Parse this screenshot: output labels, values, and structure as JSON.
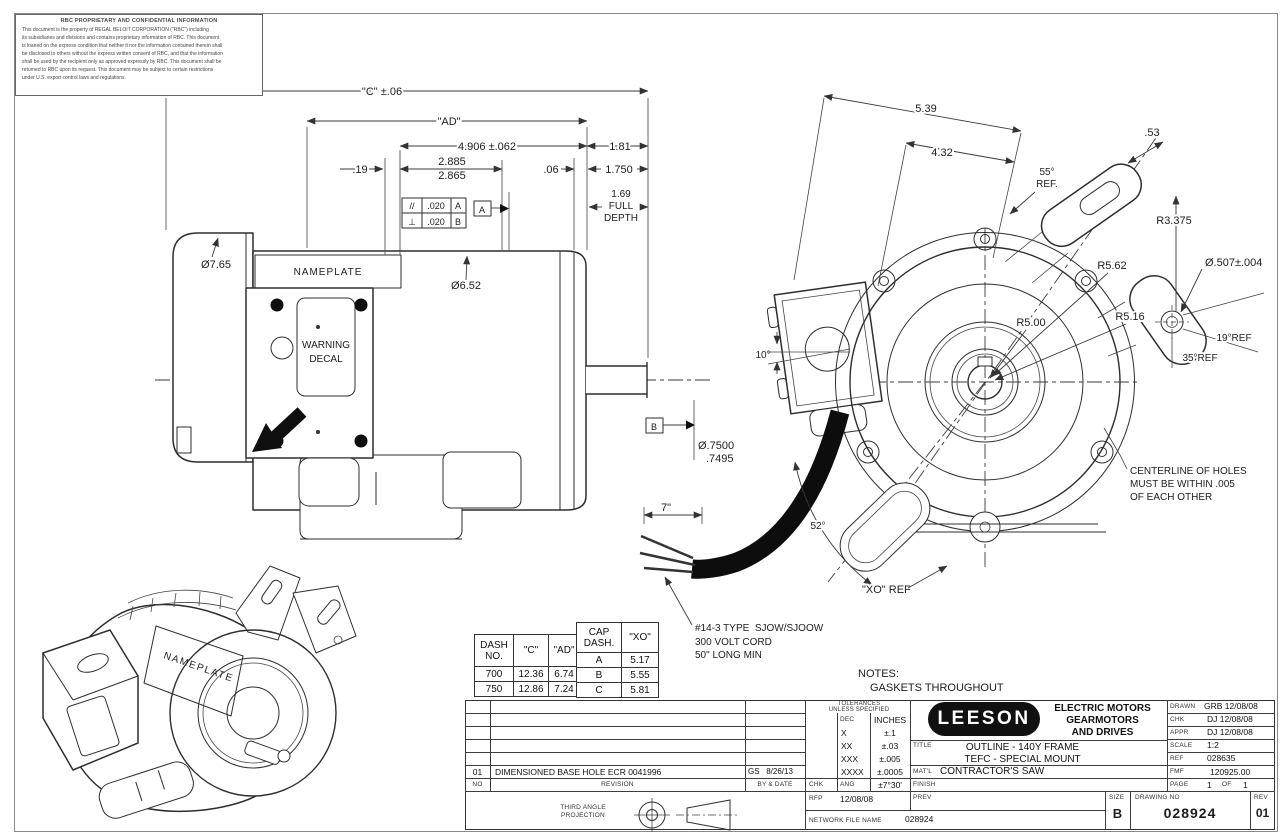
{
  "proprietary": {
    "title": "RBC PROPRIETARY AND CONFIDENTIAL INFORMATION",
    "lines": [
      "This document is the property of REGAL BELOIT CORPORATION (\"RBC\") including",
      "its subsidiaries and divisions and contains proprietary information of RBC.  This document",
      "is loaned on the express condition that neither it nor the information contained therein shall",
      "be disclosed to others without the express written consent of RBC, and that the information",
      "shall be used by the recipient only as approved expressly by RBC.  This document shall be",
      "returned to RBC upon its request.  This document may be subject to certain restrictions",
      "under U.S. export control laws and regulations."
    ]
  },
  "side": {
    "dim_c": "\"C\" ±.06",
    "dim_ad": "\"AD\"",
    "dim_4906": "4.906 ±.062",
    "dim_181": "1.81",
    "dim_019": ".19",
    "dim_2885": "2.885",
    "dim_2865": "2.865",
    "dim_006": ".06",
    "dim_1750": "1.750",
    "fd1": "1.69",
    "fd2": "FULL",
    "fd3": "DEPTH",
    "gdt_par_sym": "//",
    "gdt_perp_sym": "⊥",
    "gdt_val1": ".020",
    "gdt_val2": ".020",
    "datum_a": "A",
    "datum_b": "B",
    "frame_a": "A",
    "frame_b": "B",
    "nameplate": "NAMEPLATE",
    "warn1": "WARNING",
    "warn2": "DECAL",
    "dia765": "Ø7.65",
    "dia652": "Ø6.52",
    "shaft1": "Ø.7500",
    "shaft2": ".7495"
  },
  "front": {
    "dim539": "5.39",
    "dim432": "4.32",
    "ref55a": "55°",
    "ref55b": "REF.",
    "dim053": ".53",
    "r3375": "R3.375",
    "dia507": "Ø.507±.004",
    "r562": "R5.62",
    "r500": "R5.00",
    "r516": "R5.16",
    "ref19": "19°REF",
    "ref35": "35°REF",
    "deg10": "10°",
    "deg52": "52°",
    "xoref": "\"XO\" REF",
    "dim7": "7\"",
    "cord1": "#14-3 TYPE  SJOW/SJOOW",
    "cord2": "300 VOLT CORD",
    "cord3": "50\" LONG MIN",
    "cl1": "CENTERLINE OF HOLES",
    "cl2": "MUST BE WITHIN .005",
    "cl3": "OF EACH OTHER"
  },
  "iso": {
    "nameplate": "NAMEPLATE"
  },
  "notes": {
    "heading": "NOTES:",
    "item1": "GASKETS THROUGHOUT"
  },
  "dash_table": {
    "h_dash1": "DASH",
    "h_dash2": "NO.",
    "h_c": "\"C\"",
    "h_ad": "\"AD\"",
    "h_cap1": "CAP",
    "h_cap2": "DASH.",
    "h_xo": "\"XO\"",
    "rows": [
      {
        "dash": "700",
        "c": "12.36",
        "ad": "6.74"
      },
      {
        "dash": "750",
        "c": "12.86",
        "ad": "7.24"
      }
    ],
    "cap_rows": [
      {
        "cap": "A",
        "xo": "5.17"
      },
      {
        "cap": "B",
        "xo": "5.55"
      },
      {
        "cap": "C",
        "xo": "5.81"
      }
    ]
  },
  "tb": {
    "tol1": "TOLERANCES",
    "tol2": "UNLESS SPECIFIED",
    "dec": "DEC",
    "inches": "INCHES",
    "t_x": "X",
    "t_x_v": "±.1",
    "t_xx": "XX",
    "t_xx_v": "±.03",
    "t_xxx": "XXX",
    "t_xxx_v": "±.005",
    "t_xxxx": "XXXX",
    "t_xxxx_v": "±.0005",
    "chk_s": "CHK",
    "ang": "ANG",
    "ang_v": "±7°30'",
    "rfp": "RFP",
    "rfp_v": "12/08/08",
    "network": "NETWORK FILE NAME",
    "network_v": "028924",
    "logo": "LEESON",
    "brand1": "ELECTRIC MOTORS",
    "brand2": "GEARMOTORS",
    "brand3": "AND DRIVES",
    "title_l": "TITLE",
    "title1": "OUTLINE - 140Y FRAME",
    "title2": "TEFC - SPECIAL MOUNT",
    "matl_l": "MAT'L",
    "matl_v": "CONTRACTOR'S SAW",
    "finish_l": "FINISH",
    "prev_l": "PREV",
    "drawn_l": "DRAWN",
    "drawn_v": "GRB 12/08/08",
    "chk_l": "CHK",
    "chk_v": "DJ 12/08/08",
    "appr_l": "APPR",
    "appr_v": "DJ 12/08/08",
    "scale_l": "SCALE",
    "scale_v": "1:2",
    "ref_l": "REF",
    "ref_v": "028635",
    "fmf_l": "FMF",
    "fmf_v": "120925.00",
    "page_l": "PAGE",
    "page_n": "1",
    "page_of": "OF",
    "page_t": "1",
    "size_l": "SIZE",
    "size_v": "B",
    "dwg_l": "DRAWING NO",
    "dwg_v": "028924",
    "rev_l": "REV",
    "rev_v": "01",
    "rev_no": "01",
    "rev_desc": "DIMENSIONED BASE HOLE ECR 0041996",
    "rev_by": "GS   8/26/13",
    "no_l": "NO",
    "revision_l": "REVISION",
    "bydate_l": "BY & DATE",
    "third1": "THIRD ANGLE",
    "third2": "PROJECTION"
  }
}
